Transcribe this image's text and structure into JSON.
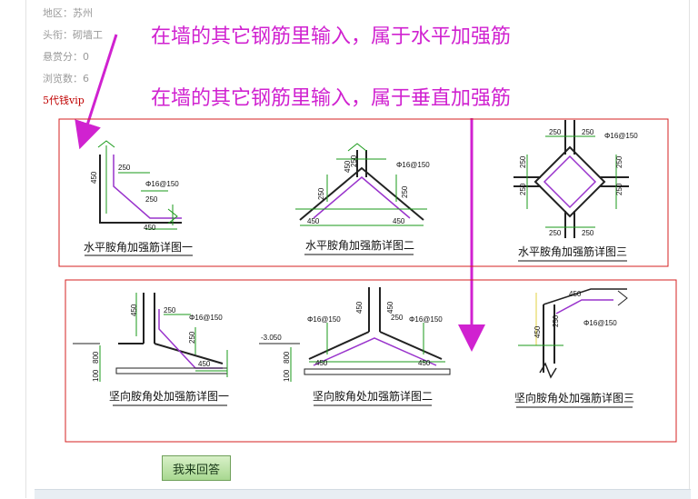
{
  "meta": {
    "region": "地区：苏州",
    "title_rank": "头衔：砌墙工",
    "bounty": "悬赏分：0",
    "views": "浏览数：6",
    "vip": "5代钱vip"
  },
  "annotations": {
    "horizontal": "在墙的其它钢筋里输入，属于水平加强筋",
    "vertical": "在墙的其它钢筋里输入，属于垂直加强筋"
  },
  "drawings": {
    "row1": [
      {
        "caption": "水平胺角加强筋详图一",
        "dims": [
          "450",
          "250",
          "Φ16@150",
          "250",
          "450"
        ]
      },
      {
        "caption": "水平胺角加强筋详图二",
        "dims": [
          "250",
          "450",
          "Φ16@150",
          "250",
          "250",
          "450",
          "450"
        ]
      },
      {
        "caption": "水平胺角加强筋详图三",
        "dims": [
          "250",
          "Φ16@150",
          "250",
          "250",
          "250",
          "250",
          "250",
          "250",
          "250"
        ]
      }
    ],
    "row2": [
      {
        "caption": "坚向胺角处加强筋详图一",
        "dims": [
          "450",
          "250",
          "Φ16@150",
          "250",
          "450",
          "800",
          "100"
        ]
      },
      {
        "caption": "坚向胺角处加强筋详图二",
        "dims": [
          "Φ16@150",
          "450",
          "450",
          "250",
          "Φ16@150",
          "-3.050",
          "450",
          "450",
          "800",
          "100"
        ]
      },
      {
        "caption": "坚向胺角处加强筋详图三",
        "dims": [
          "450",
          "250",
          "Φ16@150",
          "450"
        ]
      }
    ]
  },
  "answer_button": "我来回答"
}
